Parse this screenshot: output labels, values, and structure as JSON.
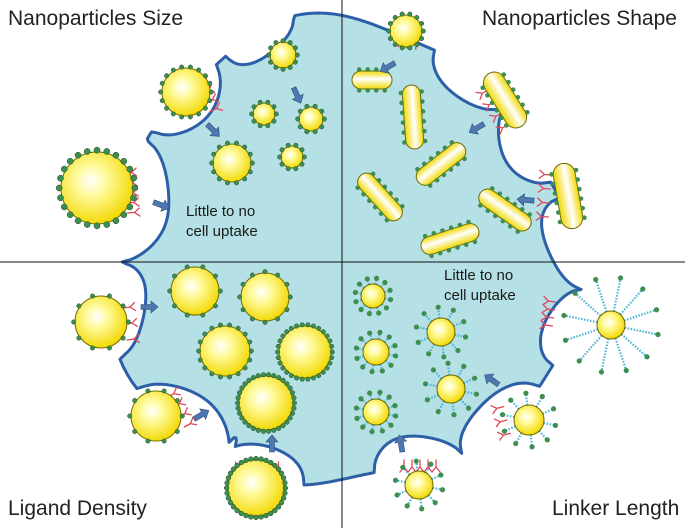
{
  "quadrants": {
    "top_left": "Nanoparticles Size",
    "top_right": "Nanoparticles Shape",
    "bottom_left": "Ligand Density",
    "bottom_right": "Linker Length"
  },
  "notes": {
    "size": [
      "Little to no",
      "cell uptake"
    ],
    "linker": [
      "Little to no",
      "cell uptake"
    ]
  },
  "colors": {
    "cell_fill": "#b5e0e5",
    "cell_border": "#2d5fa8",
    "particle_fill": "#fff200",
    "particle_stroke": "#6f6a00",
    "ligand": "#3e8e4f",
    "receptor": "#e0455a",
    "linker": "#47b4d2",
    "arrow": "#4f78b0"
  }
}
